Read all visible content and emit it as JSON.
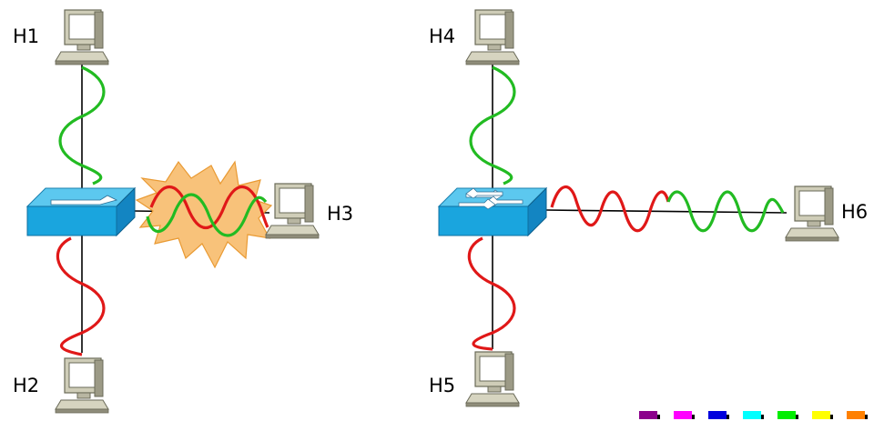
{
  "hosts": [
    {
      "id": "h1",
      "label": "H1"
    },
    {
      "id": "h2",
      "label": "H2"
    },
    {
      "id": "h3",
      "label": "H3"
    },
    {
      "id": "h4",
      "label": "H4"
    },
    {
      "id": "h5",
      "label": "H5"
    },
    {
      "id": "h6",
      "label": "H6"
    }
  ],
  "devices": {
    "left": {
      "type": "hub",
      "icon": "hub-icon"
    },
    "right": {
      "type": "switch",
      "icon": "switch-icon"
    }
  },
  "signals": {
    "green": "#22bb22",
    "red": "#e01818"
  },
  "collision": {
    "icon": "collision-burst-icon",
    "color": "#f8c27a"
  },
  "palette": [
    "#8b008b",
    "#ff00ff",
    "#0000dd",
    "#00ffff",
    "#00ee00",
    "#ffff00",
    "#ff8000"
  ]
}
